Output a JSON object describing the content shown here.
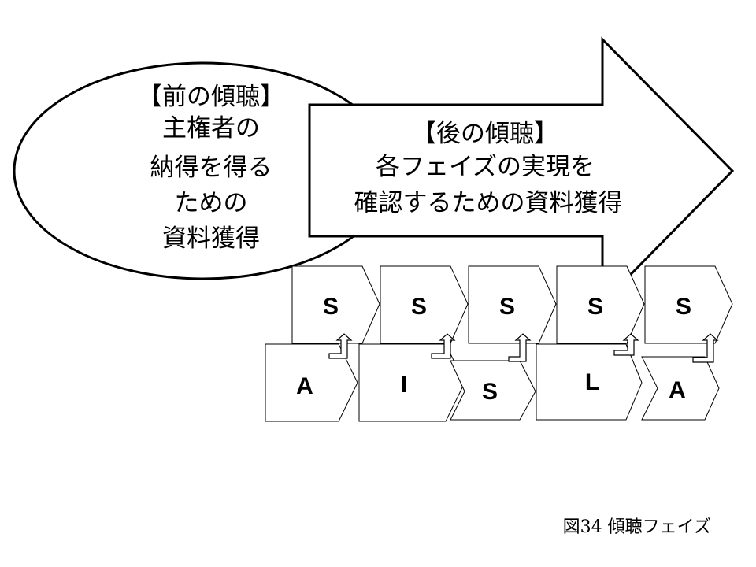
{
  "ellipse_lines": [
    "【前の傾聴】",
    "主権者の",
    "納得を得る",
    "ための",
    "資料獲得"
  ],
  "arrow_lines": [
    "【後の傾聴】",
    "各フェイズの実現を",
    "確認するための資料獲得"
  ],
  "top_row": [
    "S",
    "S",
    "S",
    "S",
    "S"
  ],
  "bottom_row": [
    "A",
    "I",
    "S",
    "L",
    "A"
  ],
  "caption": "図34 傾聴フェイズ"
}
